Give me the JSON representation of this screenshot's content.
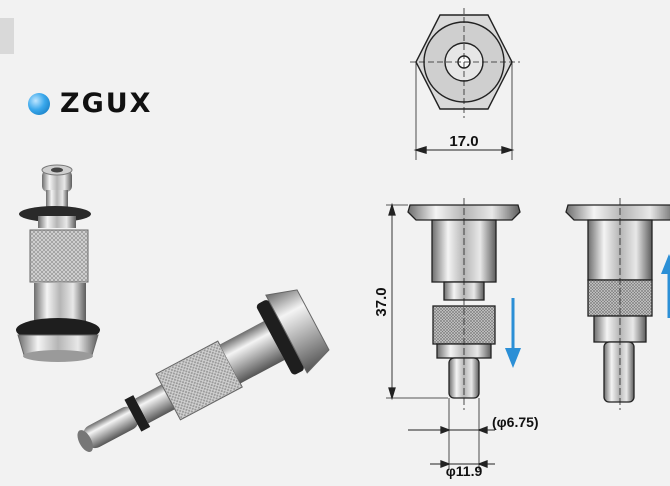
{
  "brand": {
    "name": "ZGUX",
    "dot_color": "#2f9fe6"
  },
  "dimensions": {
    "hex_width": "17.0",
    "length": "37.0",
    "outer_diameter": "φ11.9",
    "inner_diameter": "(φ6.75)"
  },
  "colors": {
    "arrow": "#2b8fd6",
    "line": "#222222"
  }
}
